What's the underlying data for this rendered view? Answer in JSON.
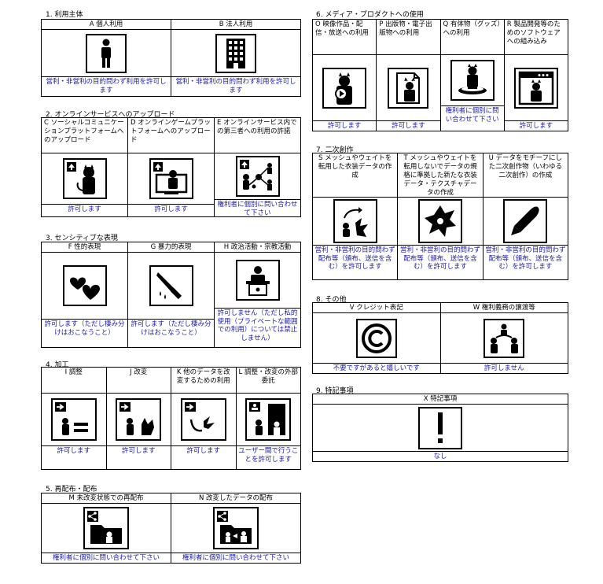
{
  "sections": {
    "s1": {
      "title": "1. 利用主体",
      "items": [
        {
          "header": "A 個人利用",
          "icon": "person-icon",
          "answer": "営利・非営利の目的問わず利用を許可します"
        },
        {
          "header": "B 法人利用",
          "icon": "building-icon",
          "answer": "営利・非営利の目的問わず利用を許可します"
        }
      ]
    },
    "s2": {
      "title": "2. オンラインサービスへのアップロード",
      "items": [
        {
          "header": "C ソーシャルコミュニケーションプラットフォームへのアップロード",
          "icon": "upload-social-icon",
          "answer": "許可します"
        },
        {
          "header": "D オンラインゲームプラットフォームへのアップロード",
          "icon": "upload-game-icon",
          "answer": "許可します"
        },
        {
          "header": "E オンラインサービス内での第三者への利用の許諾",
          "icon": "share-third-party-icon",
          "answer": "権利者に個別に問い合わせて下さい"
        }
      ]
    },
    "s3": {
      "title": "3. センシティブな表現",
      "items": [
        {
          "header": "F 性的表現",
          "icon": "hearts-icon",
          "answer": "許可します（ただし棲み分けはおこなうこと）"
        },
        {
          "header": "G 暴力的表現",
          "icon": "knife-icon",
          "answer": "許可します（ただし棲み分けはおこなうこと）"
        },
        {
          "header": "H 政治活動・宗教活動",
          "icon": "podium-icon",
          "answer": "許可しません（ただし私的使用（プライベートな範囲での利用）については禁止しません）"
        }
      ]
    },
    "s4": {
      "title": "4. 加工",
      "items": [
        {
          "header": "I 調整",
          "icon": "adjust-icon",
          "answer": "許可します"
        },
        {
          "header": "J 改変",
          "icon": "modify-icon",
          "answer": "許可します"
        },
        {
          "header": "K 他のデータを改変するための利用",
          "icon": "modify-other-icon",
          "answer": "許可します"
        },
        {
          "header": "L 調整・改変の外部委託",
          "icon": "outsource-icon",
          "answer": "ユーザー間で行うことを許可します"
        }
      ]
    },
    "s5": {
      "title": "5. 再配布・配布",
      "items": [
        {
          "header": "M 未改変状態での再配布",
          "icon": "redistribute-icon",
          "answer": "権利者に個別に問い合わせて下さい"
        },
        {
          "header": "N 改変したデータの配布",
          "icon": "distribute-modified-icon",
          "answer": "権利者に個別に問い合わせて下さい"
        }
      ]
    },
    "s6": {
      "title": "6. メディア・プロダクトへの使用",
      "items": [
        {
          "header": "O 映像作品・配信・放送への利用",
          "icon": "video-icon",
          "answer": "許可します"
        },
        {
          "header": "P 出版物・電子出版物への利用",
          "icon": "publication-icon",
          "answer": "許可します"
        },
        {
          "header": "Q 有体物（グッズ）への利用",
          "icon": "goods-icon",
          "answer": "権利者に個別に問い合わせて下さい"
        },
        {
          "header": "R 製品開発等のためのソフトウェアへの組み込み",
          "icon": "software-icon",
          "answer": "許可します"
        }
      ]
    },
    "s7": {
      "title": "7. 二次創作",
      "items": [
        {
          "header": "S メッシュやウェイトを転用した衣装データの作成",
          "icon": "mesh-transfer-icon",
          "answer": "営利・非営利の目的問わず配布等（頒布、送信を含む）を許可します"
        },
        {
          "header": "T メッシュやウェイトを転用しないでデータの規格に準拠した新たな衣装データ・テクスチャデータの作成",
          "icon": "new-clothes-icon",
          "answer": "営利・非営利の目的問わず配布等（頒布、送信を含む）を許可します"
        },
        {
          "header": "U データをモチーフにした二次創作物（いわゆる二次創作）の作成",
          "icon": "pen-nib-icon",
          "answer": "営利・非営利の目的問わず配布等（頒布、送信を含む）を許可します"
        }
      ]
    },
    "s8": {
      "title": "8. その他",
      "items": [
        {
          "header": "V クレジット表記",
          "icon": "copyright-icon",
          "answer": "不要ですがあると嬉しいです"
        },
        {
          "header": "W 権利義務の譲渡等",
          "icon": "transfer-icon",
          "answer": "許可しません"
        }
      ]
    },
    "s9": {
      "title": "9. 特記事項",
      "items": [
        {
          "header": "X 特記事項",
          "icon": "exclamation-icon",
          "answer": "なし"
        }
      ]
    }
  },
  "colors": {
    "answer_text": "#1a1aa8",
    "border": "#000000"
  }
}
